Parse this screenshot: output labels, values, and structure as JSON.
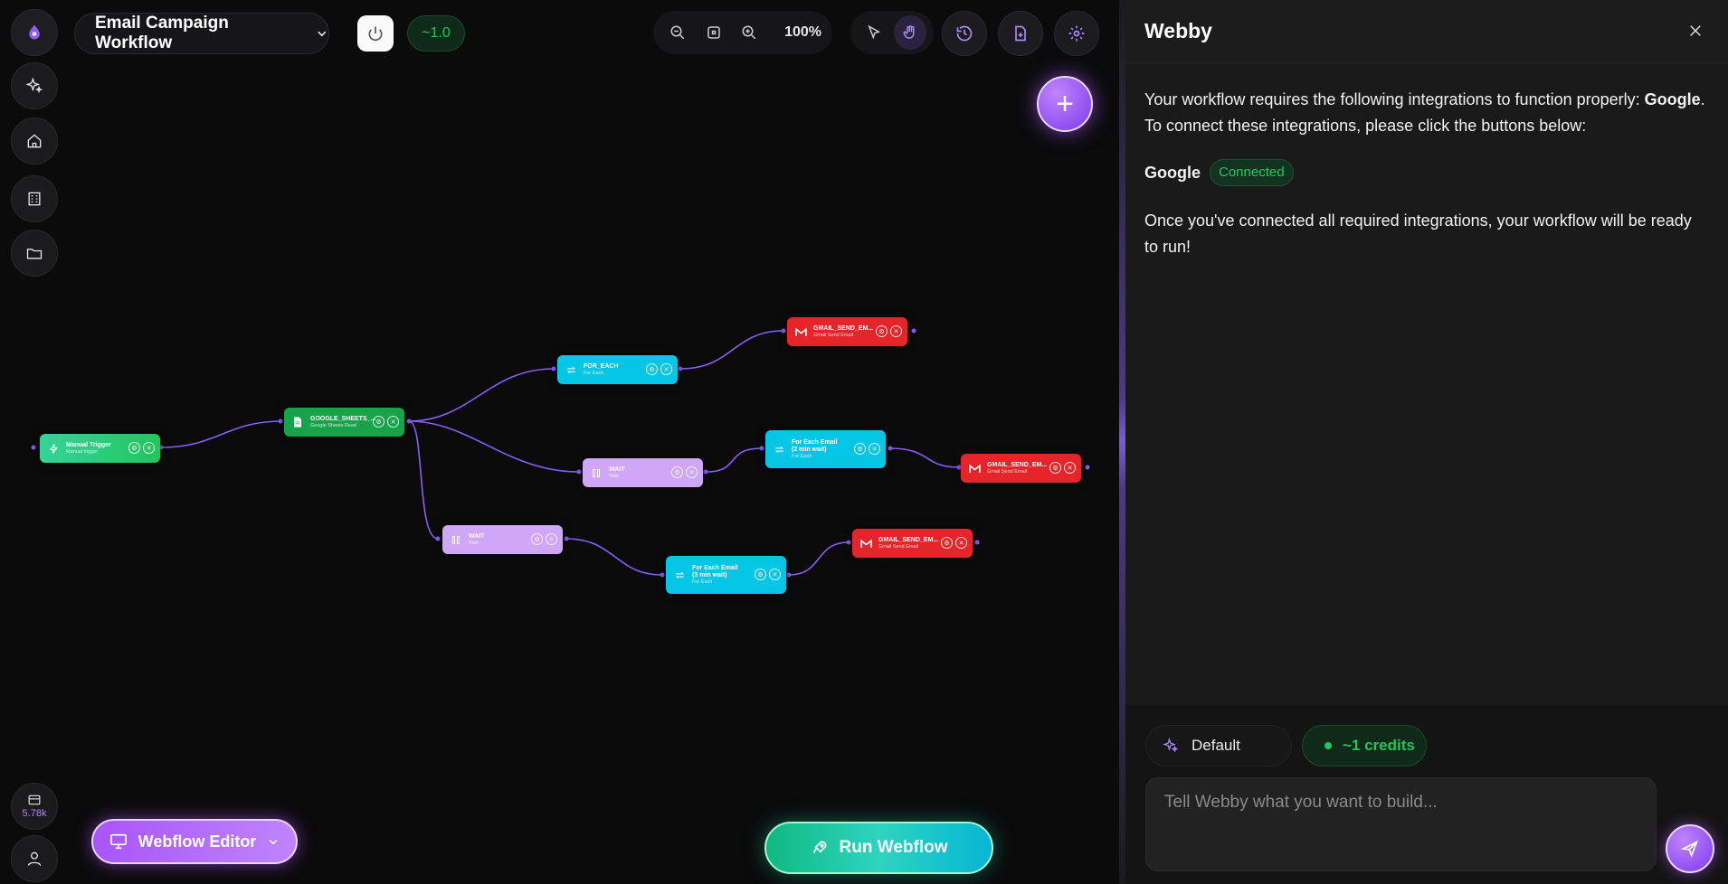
{
  "app": {
    "workflow_title": "Email Campaign Workflow",
    "version": "~1.0",
    "zoom": "100%",
    "credits_short": "5.78k"
  },
  "canvas": {
    "nodes": [
      {
        "id": "manual",
        "title": "Manual Trigger",
        "subtitle": "Manual trigger",
        "color": "green",
        "icon": "bolt-icon"
      },
      {
        "id": "sheets",
        "title": "GOOGLE_SHEETS_...",
        "subtitle": "Google Sheets Read",
        "color": "green2",
        "icon": "sheet-icon"
      },
      {
        "id": "foreach1",
        "title": "FOR_EACH",
        "subtitle": "For Each",
        "color": "cyan",
        "icon": "loop-icon"
      },
      {
        "id": "gmail1",
        "title": "GMAIL_SEND_EM...",
        "subtitle": "Gmail Send Email",
        "color": "red",
        "icon": "gmail-icon"
      },
      {
        "id": "wait1",
        "title": "WAIT",
        "subtitle": "Wait",
        "color": "purple",
        "icon": "pause-icon"
      },
      {
        "id": "foreach2",
        "title": "For Each Email (2 min wait)",
        "subtitle": "For Each",
        "color": "cyan",
        "icon": "loop-icon"
      },
      {
        "id": "gmail2",
        "title": "GMAIL_SEND_EM...",
        "subtitle": "Gmail Send Email",
        "color": "red",
        "icon": "gmail-icon"
      },
      {
        "id": "wait2",
        "title": "WAIT",
        "subtitle": "Wait",
        "color": "purple",
        "icon": "pause-icon"
      },
      {
        "id": "foreach3",
        "title": "For Each Email (3 min wait)",
        "subtitle": "For Each",
        "color": "cyan",
        "icon": "loop-icon"
      },
      {
        "id": "gmail3",
        "title": "GMAIL_SEND_EM...",
        "subtitle": "Gmail Send Email",
        "color": "red",
        "icon": "gmail-icon"
      }
    ]
  },
  "buttons": {
    "editor_label": "Webflow Editor",
    "run_label": "Run Webflow"
  },
  "panel": {
    "title": "Webby",
    "intro_text": "Your workflow requires the following integrations to function properly: ",
    "intro_strong": "Google",
    "intro_end": ".",
    "intro_text2": "To connect these integrations, please click the buttons below:",
    "integration_name": "Google",
    "integration_status": "Connected",
    "outro_text": "Once you've connected all required integrations, your workflow will be ready to run!",
    "model_label": "Default",
    "credits_label": "~1 credits",
    "input_placeholder": "Tell Webby what you want to build..."
  },
  "colors": {
    "accent": "#a855f7",
    "success": "#22c55e",
    "edge": "#8b5cf6"
  }
}
